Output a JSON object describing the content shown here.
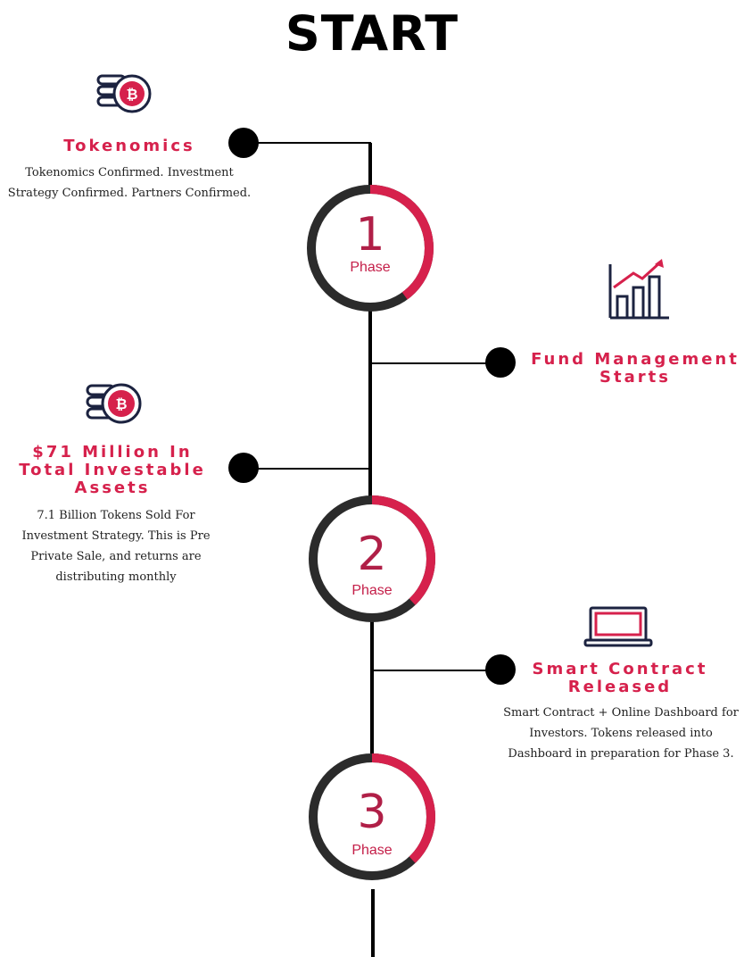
{
  "header": {
    "title": "START"
  },
  "phases": [
    {
      "number": "1",
      "label": "Phase",
      "progress": 0.4
    },
    {
      "number": "2",
      "label": "Phase",
      "progress": 0.38
    },
    {
      "number": "3",
      "label": "Phase",
      "progress": 0.38
    }
  ],
  "milestones": [
    {
      "icon": "bitcoin-coins-icon",
      "title": "Tokenomics",
      "description": "Tokenomics Confirmed. Investment Strategy Confirmed. Partners Confirmed."
    },
    {
      "icon": "bar-chart-growth-icon",
      "title": "Fund Management Starts",
      "description": ""
    },
    {
      "icon": "bitcoin-coins-icon",
      "title": "$71 Million In Total Investable Assets",
      "description": "7.1 Billion Tokens Sold For Investment Strategy. This is Pre Private Sale, and returns are distributing monthly"
    },
    {
      "icon": "laptop-icon",
      "title": "Smart Contract Released",
      "description": "Smart Contract + Online Dashboard for Investors. Tokens released into Dashboard in preparation for Phase 3."
    }
  ],
  "colors": {
    "accent": "#d6214c",
    "ring_dark": "#2b2b2b",
    "line": "#000000"
  }
}
